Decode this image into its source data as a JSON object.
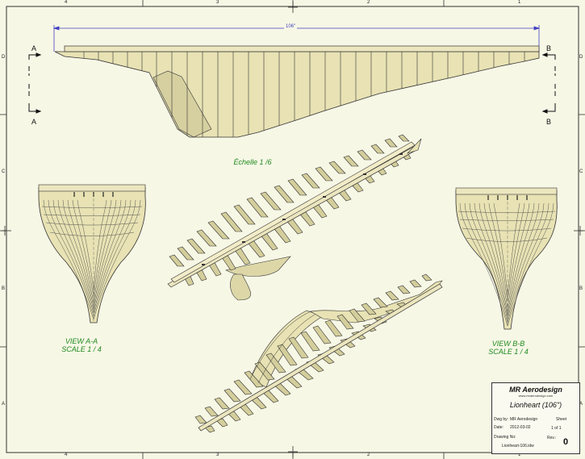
{
  "dimension": {
    "overall_length": "106\""
  },
  "scale_note": "Échelle 1 /6",
  "views": {
    "a_a": {
      "line1": "VIEW A-A",
      "line2": "SCALE 1 / 4"
    },
    "b_b": {
      "line1": "VIEW B-B",
      "line2": "SCALE 1 / 4"
    }
  },
  "section_marks": {
    "a": "A",
    "b": "B"
  },
  "zones": {
    "columns": [
      "4",
      "3",
      "2",
      "1"
    ],
    "rows": [
      "D",
      "C",
      "B",
      "A"
    ]
  },
  "title_block": {
    "company": "MR Aerodesign",
    "website": "www.mraerodesign.com",
    "title": "Lionheart (106\")",
    "dwg_by_label": "Dwg by:",
    "dwg_by": "MR Aerodesign",
    "date_label": "Date:",
    "date": "2012-03-02",
    "sheet_label": "Sheet",
    "sheet": "1  of  1",
    "drawing_no_label": "Drawing No:",
    "drawing_no": "Lionheart-106.idw",
    "rev_label": "Rev.:",
    "rev": "0"
  },
  "colors": {
    "balsa": "#e8e2b4",
    "outline": "#333333",
    "note_green": "#1f8a1f",
    "dimension_blue": "#4040c0"
  }
}
